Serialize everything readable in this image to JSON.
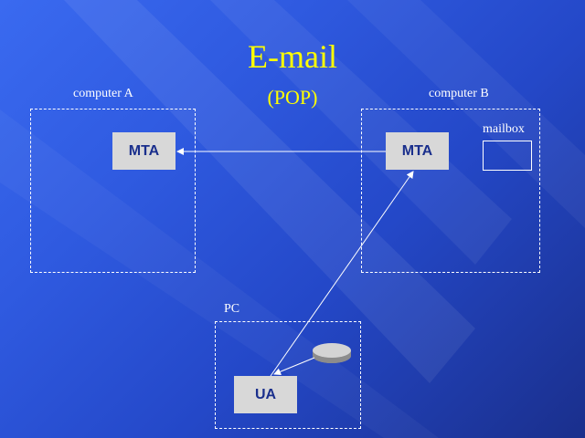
{
  "title": "E-mail",
  "subtitle": "(POP)",
  "computer_a": {
    "label": "computer A",
    "mta_label": "MTA"
  },
  "computer_b": {
    "label": "computer B",
    "mta_label": "MTA",
    "mailbox_label": "mailbox"
  },
  "pc": {
    "label": "PC",
    "ua_label": "UA"
  },
  "colors": {
    "title": "#ffff00",
    "text": "#ffffff",
    "node_fill": "#d8d8d8",
    "node_text": "#1a2f8c"
  }
}
